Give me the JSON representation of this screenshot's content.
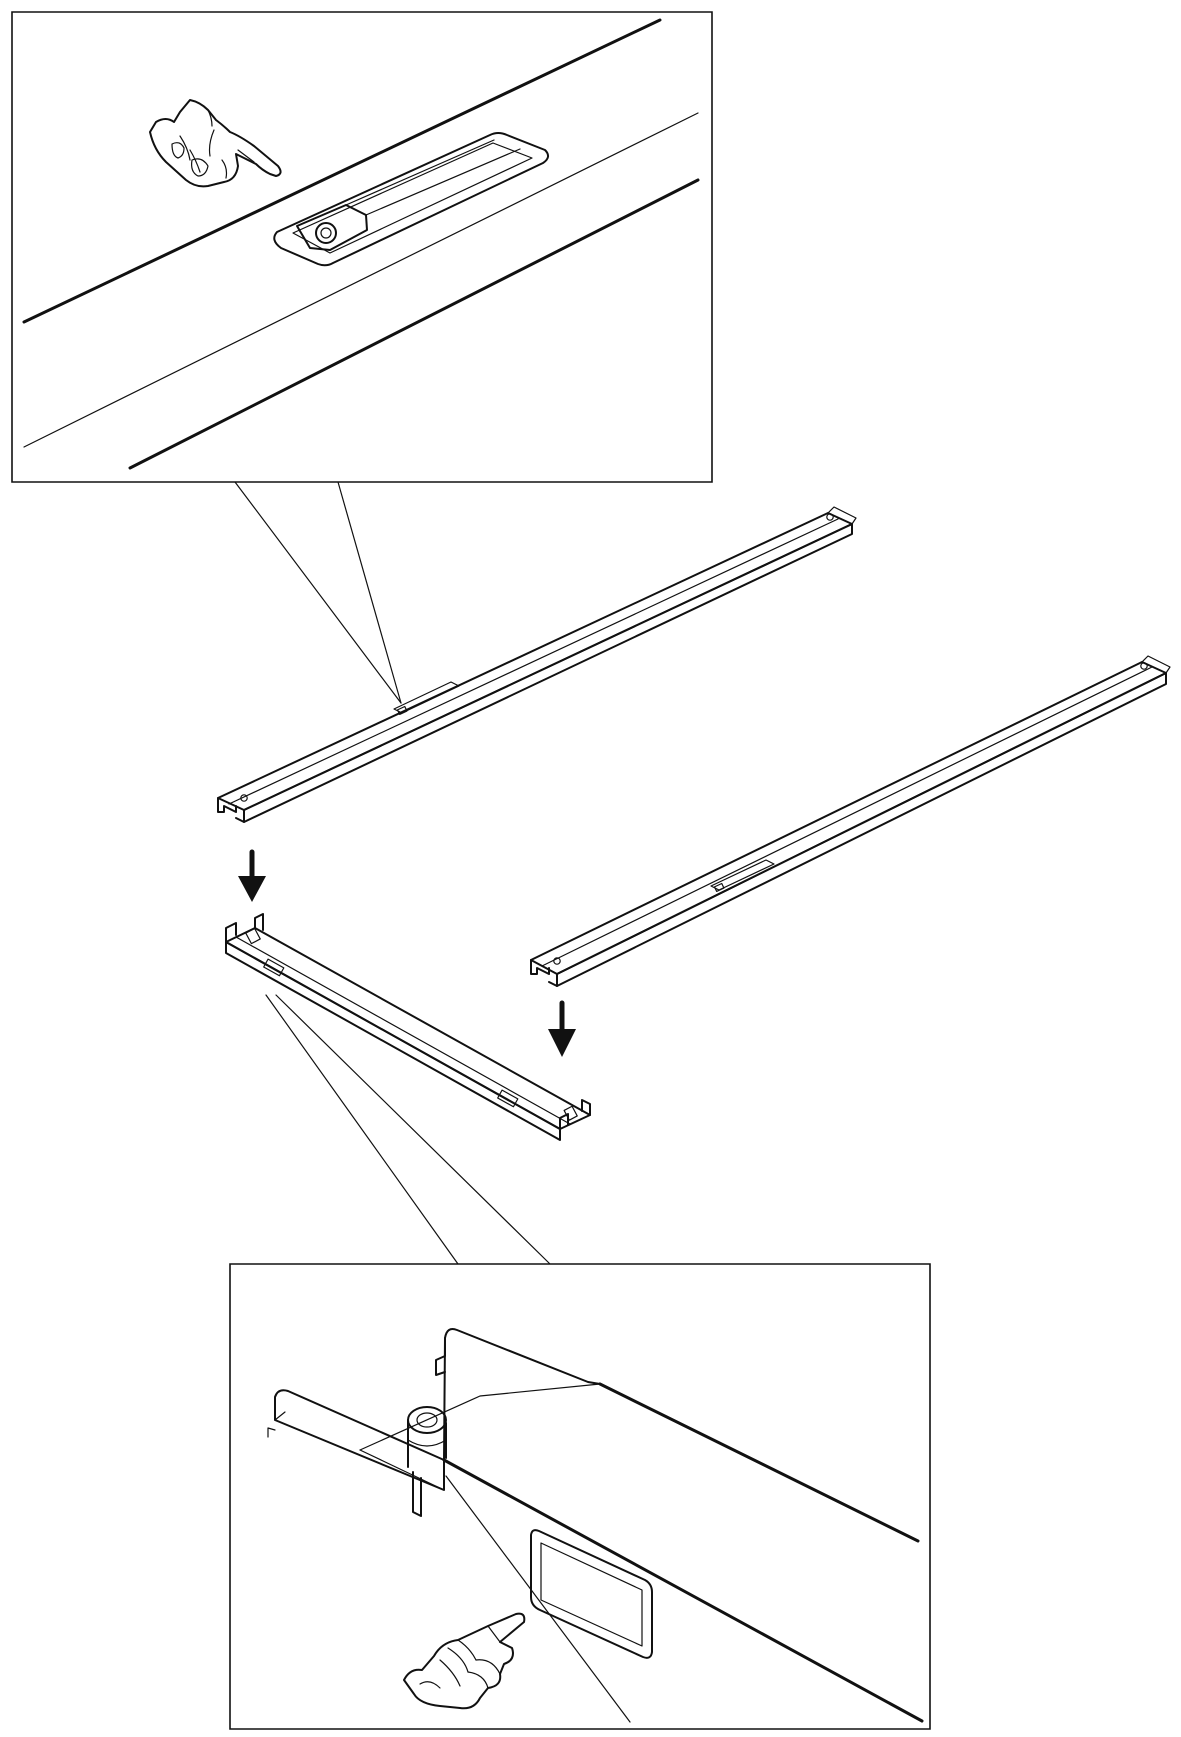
{
  "diagram": {
    "type": "assembly-illustration",
    "parts": [
      "top-detail-callout",
      "long-rail-upper",
      "long-rail-right",
      "short-base-rail",
      "bottom-detail-callout"
    ],
    "icons": {
      "top_callout": "pointing-hand-icon",
      "bottom_callout": "pointing-hand-icon",
      "arrows": "down-arrow-icon"
    },
    "colors": {
      "line": "#111111",
      "background": "#ffffff"
    }
  }
}
